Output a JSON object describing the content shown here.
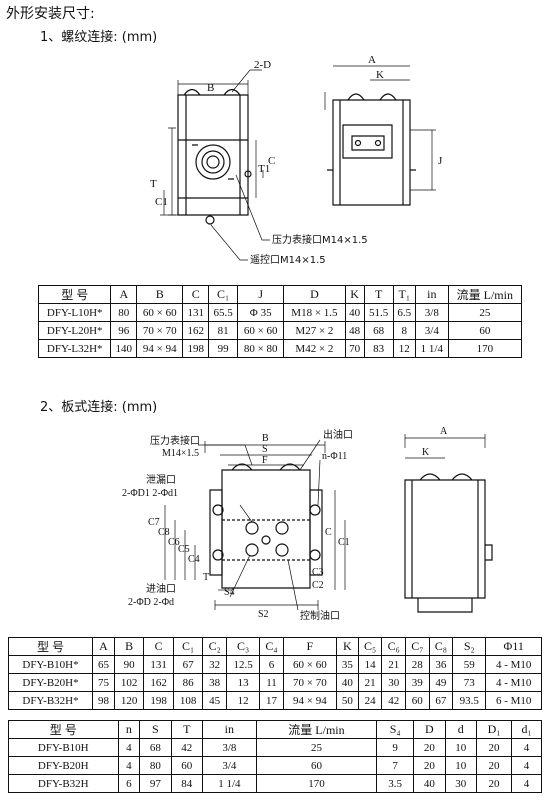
{
  "page": {
    "title": "外形安装尺寸:",
    "section1": "1、螺纹连接: (mm)",
    "section2": "2、板式连接: (mm)"
  },
  "drawing1": {
    "labels": {
      "B": "B",
      "D2": "2-D",
      "A": "A",
      "K": "K",
      "C": "C",
      "C1": "C1",
      "T": "T",
      "T1": "T1",
      "J": "J",
      "pressure_port": "压力表接口M14×1.5",
      "remote_port": "遥控口M14×1.5"
    }
  },
  "table1": {
    "header": [
      "型 号",
      "A",
      "B",
      "C",
      "C₁",
      "J",
      "D",
      "K",
      "T",
      "T₁",
      "in",
      "流量 L/min"
    ],
    "rows": [
      [
        "DFY-L10H*",
        "80",
        "60 × 60",
        "131",
        "65.5",
        "Φ 35",
        "M18 × 1.5",
        "40",
        "51.5",
        "6.5",
        "3/8",
        "25"
      ],
      [
        "DFY-L20H*",
        "96",
        "70 × 70",
        "162",
        "81",
        "60 × 60",
        "M27 × 2",
        "48",
        "68",
        "8",
        "3/4",
        "60"
      ],
      [
        "DFY-L32H*",
        "140",
        "94 × 94",
        "198",
        "99",
        "80 × 80",
        "M42 × 2",
        "70",
        "83",
        "12",
        "1 1/4",
        "170"
      ]
    ]
  },
  "drawing2": {
    "labels": {
      "pressure_port": "压力表接口",
      "pressure_thread": "M14×1.5",
      "B": "B",
      "S": "S",
      "F": "F",
      "A": "A",
      "K": "K",
      "outlet": "出油口",
      "n_phi11": "n-Φ11",
      "drain": "泄漏口",
      "drain_size": "2-ΦD1 2-Φd1",
      "inlet": "进油口",
      "inlet_size": "2-ΦD 2-Φd",
      "control": "控制油口",
      "S2": "S2",
      "S4": "S4",
      "T": "T",
      "C": "C",
      "C1": "C1",
      "C2": "C2",
      "C3": "C3",
      "C4": "C4",
      "C5": "C5",
      "C6": "C6",
      "C7": "C7",
      "C8": "C8"
    }
  },
  "table2": {
    "header": [
      "型 号",
      "A",
      "B",
      "C",
      "C₁",
      "C₂",
      "C₃",
      "C₄",
      "F",
      "K",
      "C₅",
      "C₆",
      "C₇",
      "C₈",
      "S₂",
      "Φ11"
    ],
    "rows": [
      [
        "DFY-B10H*",
        "65",
        "90",
        "131",
        "67",
        "32",
        "12.5",
        "6",
        "60 × 60",
        "35",
        "14",
        "21",
        "28",
        "36",
        "59",
        "4 - M10"
      ],
      [
        "DFY-B20H*",
        "75",
        "102",
        "162",
        "86",
        "38",
        "13",
        "11",
        "70 × 70",
        "40",
        "21",
        "30",
        "39",
        "49",
        "73",
        "4 - M10"
      ],
      [
        "DFY-B32H*",
        "98",
        "120",
        "198",
        "108",
        "45",
        "12",
        "17",
        "94 × 94",
        "50",
        "24",
        "42",
        "60",
        "67",
        "93.5",
        "6 - M10"
      ]
    ]
  },
  "table3": {
    "header": [
      "型 号",
      "n",
      "S",
      "T",
      "in",
      "流量 L/min",
      "S₄",
      "D",
      "d",
      "D₁",
      "d₁"
    ],
    "rows": [
      [
        "DFY-B10H",
        "4",
        "68",
        "42",
        "3/8",
        "25",
        "9",
        "20",
        "10",
        "20",
        "4"
      ],
      [
        "DFY-B20H",
        "4",
        "80",
        "60",
        "3/4",
        "60",
        "7",
        "20",
        "10",
        "20",
        "4"
      ],
      [
        "DFY-B32H",
        "6",
        "97",
        "84",
        "1 1/4",
        "170",
        "3.5",
        "40",
        "30",
        "20",
        "4"
      ]
    ]
  }
}
